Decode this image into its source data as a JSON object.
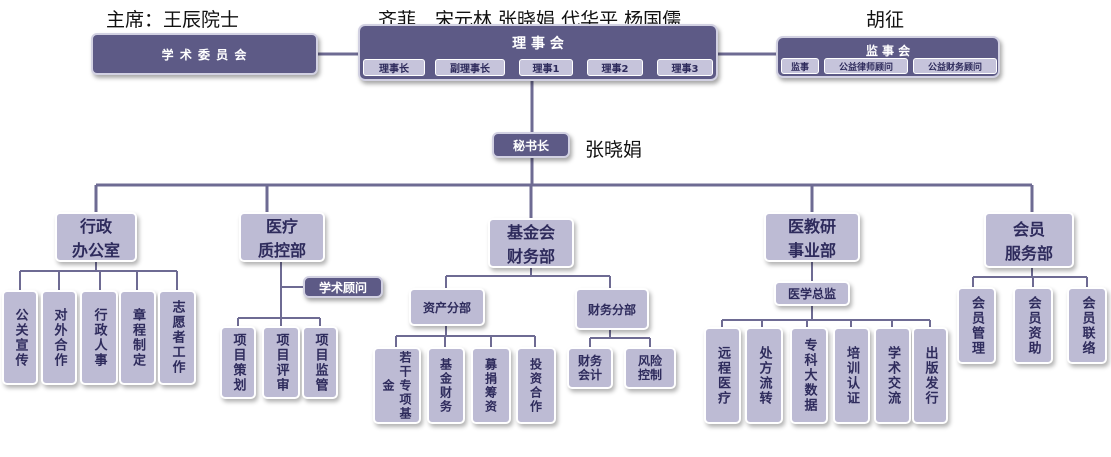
{
  "persons": {
    "chair": "主席：王辰院士",
    "board_members": "齐菲　宋元林 张晓娟 代华平 杨国儒",
    "supervisor": "胡征",
    "secretary": "张晓娟"
  },
  "top": {
    "academic": "学 术 委 员 会",
    "board": {
      "title": "理 事 会",
      "items": [
        "理事长",
        "副理事长",
        "理事1",
        "理事2",
        "理事3"
      ]
    },
    "supervisory": {
      "title": "监 事 会",
      "items": [
        "监事",
        "公益律师顾问",
        "公益财务顾问"
      ]
    },
    "secretary_general": "秘书长"
  },
  "depts": {
    "admin": {
      "title1": "行政",
      "title2": "办公室",
      "children": [
        "公关宣传",
        "对外合作",
        "行政人事",
        "章程制定",
        "志愿者工作"
      ]
    },
    "medical_qc": {
      "title1": "医疗",
      "title2": "质控部",
      "advisor": "学术顾问",
      "children": [
        "项目策划",
        "项目评审",
        "项目监管"
      ]
    },
    "finance": {
      "title1": "基金会",
      "title2": "财务部",
      "asset": {
        "label": "资产分部",
        "children": [
          "若干专项基金",
          "基金财务",
          "募捐筹资",
          "投资合作"
        ]
      },
      "fin": {
        "label": "财务分部",
        "children": [
          "财务会计",
          "风险控制"
        ]
      }
    },
    "medtech": {
      "title1": "医教研",
      "title2": "事业部",
      "chief": "医学总监",
      "children": [
        "远程医疗",
        "处方流转",
        "专科大数据",
        "培训认证",
        "学术交流",
        "出版发行"
      ]
    },
    "member": {
      "title1": "会员",
      "title2": "服务部",
      "children": [
        "会员管理",
        "会员资助",
        "会员联络"
      ]
    }
  }
}
